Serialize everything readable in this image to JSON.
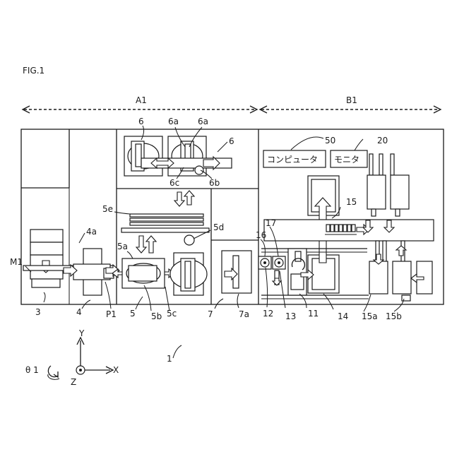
{
  "figure_title": "FIG.1",
  "regions": {
    "a1": "A1",
    "b1": "B1"
  },
  "boxes": {
    "computer": "コンピュータ",
    "monitor": "モニタ"
  },
  "labels": {
    "m1": "M1",
    "n3": "3",
    "n4": "4",
    "n4a": "4a",
    "p1": "P1",
    "n5": "5",
    "n5a": "5a",
    "n5b": "5b",
    "n5c": "5c",
    "n5d": "5d",
    "n5e": "5e",
    "n6_left": "6",
    "n6_right": "6",
    "n6a_left": "6a",
    "n6a_right": "6a",
    "n6b": "6b",
    "n6c": "6c",
    "n7": "7",
    "n7a": "7a",
    "n11": "11",
    "n12": "12",
    "n13": "13",
    "n14": "14",
    "n15": "15",
    "n15a": "15a",
    "n15b": "15b",
    "n16": "16",
    "n17": "17",
    "n20": "20",
    "n50": "50",
    "n1": "1"
  },
  "axes": {
    "y": "Y",
    "x": "X",
    "z": "Z",
    "theta": "θ 1"
  }
}
